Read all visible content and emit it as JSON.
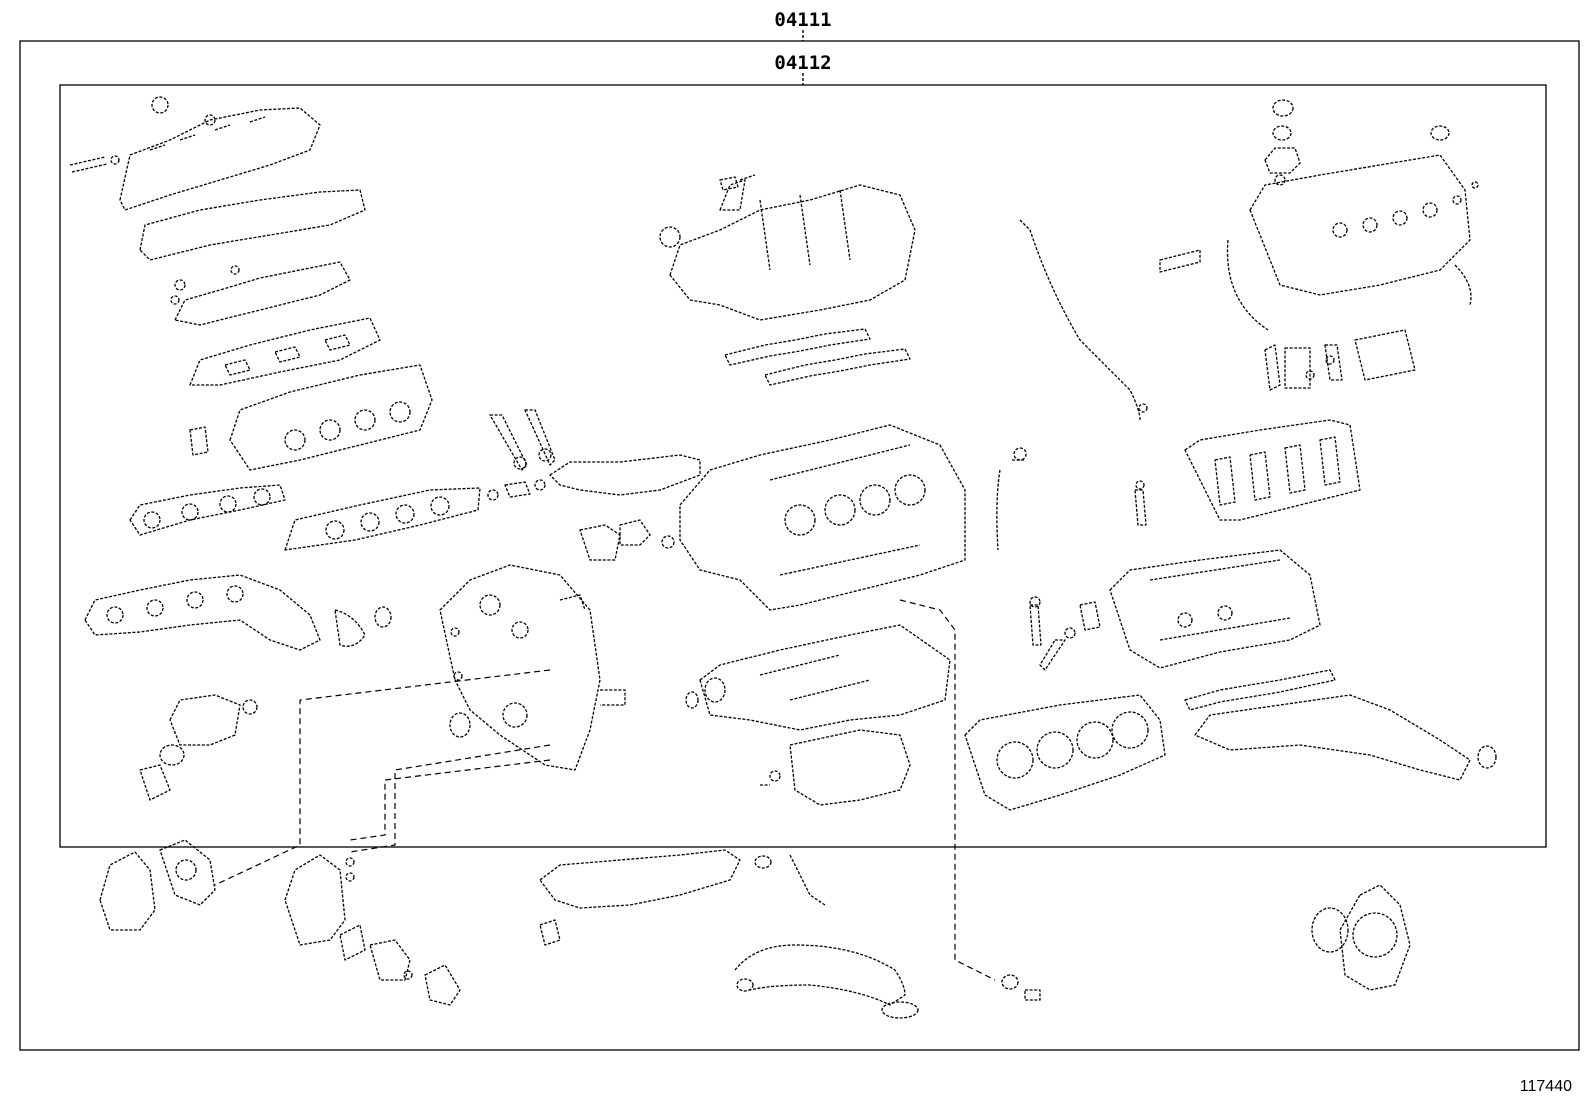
{
  "labels": {
    "outer_kit": "04111",
    "inner_kit": "04112",
    "figure_number": "117440"
  },
  "icons": {
    "outer_kit_box": "rectangle-outline",
    "inner_kit_box": "rectangle-outline",
    "parts": "engine-gasket-kit-line-art"
  }
}
